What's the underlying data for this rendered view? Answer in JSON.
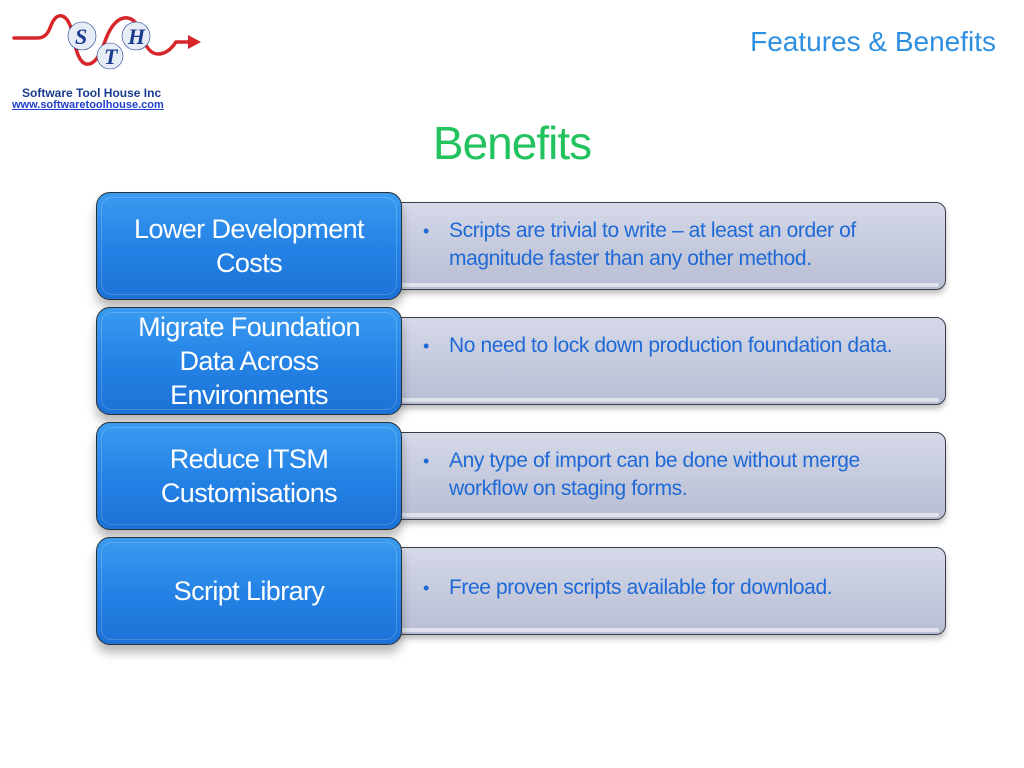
{
  "logo": {
    "letters": [
      "S",
      "H",
      "T"
    ],
    "company": "Software Tool House Inc",
    "url": "www.softwaretoolhouse.com"
  },
  "header": {
    "title": "Features & Benefits"
  },
  "page": {
    "title": "Benefits"
  },
  "benefits": [
    {
      "label": "Lower Development\nCosts",
      "bullet": "Scripts are trivial to write – at least an order of magnitude faster than any other method."
    },
    {
      "label": "Migrate Foundation\nData Across\nEnvironments",
      "bullet": "No need to lock down production foundation data."
    },
    {
      "label": "Reduce ITSM\nCustomisations",
      "bullet": "Any type of import can be done without merge workflow on staging forms."
    },
    {
      "label": "Script Library",
      "bullet": "Free proven scripts available for download."
    }
  ],
  "bullet_glyph": "•",
  "colors": {
    "accent_blue": "#2583e6",
    "header_blue": "#2e8fe0",
    "title_green": "#22c35e",
    "bullet_text": "#1f69d6",
    "panel_bg": "#c4c9dc",
    "logo_red": "#d6262a",
    "logo_navy": "#1a3c8f"
  },
  "icons": {
    "logo": "sth-waveform-logo"
  }
}
